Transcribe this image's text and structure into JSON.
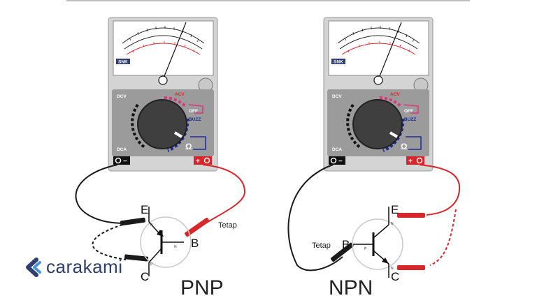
{
  "meter": {
    "brand": "SNK",
    "dcv": "DCV",
    "acv": "ACV",
    "dca": "DCA",
    "off": "OFF",
    "buzz": "BUZZ",
    "ohm": "Ω",
    "neg_terminal": "−",
    "pos_terminal": "+"
  },
  "diagram_pnp": {
    "label": "PNP",
    "emitter": "E",
    "base": "B",
    "collector": "C",
    "lead_note": "Tetap",
    "region_p_top": "P",
    "region_n": "N",
    "region_p_bottom": "P"
  },
  "diagram_npn": {
    "label": "NPN",
    "emitter": "E",
    "base": "B",
    "collector": "C",
    "lead_note": "Tetap",
    "region_n_top": "N",
    "region_p": "P",
    "region_n_bottom": "N"
  },
  "watermark": {
    "text": "carakami"
  },
  "colors": {
    "probe_red": "#d8262b",
    "probe_black": "#1a1a1a",
    "meter_body": "#d4d4d4",
    "dial_panel": "#9b9b9b",
    "brand_blue": "#2f3f6e"
  }
}
